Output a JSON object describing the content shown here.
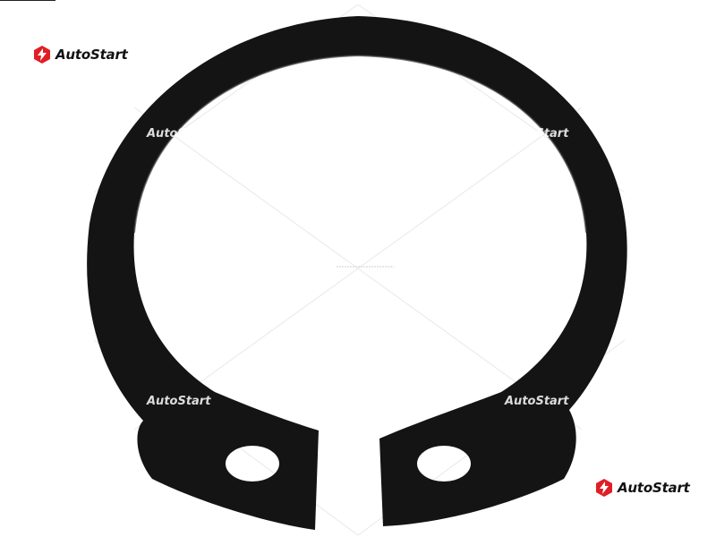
{
  "brand": {
    "name": "AutoStart",
    "accent_color": "#e01e26",
    "ink_color": "#111111"
  },
  "watermark": {
    "text": "AutoStart"
  },
  "product": {
    "part": "black retaining ring with two lug holes",
    "color": "#141414"
  }
}
